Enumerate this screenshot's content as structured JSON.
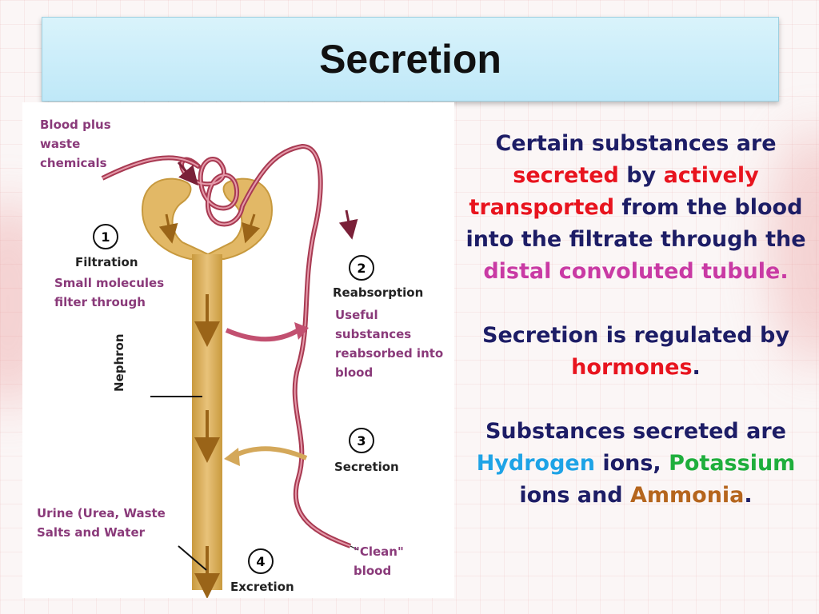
{
  "slide": {
    "title": "Secretion"
  },
  "diagram": {
    "blood_plus_waste": [
      "Blood plus",
      "waste",
      "chemicals"
    ],
    "step1": {
      "num": "1",
      "title": "Filtration",
      "desc": [
        "Small molecules",
        "filter through"
      ]
    },
    "step2": {
      "num": "2",
      "title": "Reabsorption",
      "desc": [
        "Useful",
        "substances",
        "reabsorbed into",
        "blood"
      ]
    },
    "step3": {
      "num": "3",
      "title": "Secretion"
    },
    "step4": {
      "num": "4",
      "title": "Excretion"
    },
    "nephron": "Nephron",
    "urine": [
      "Urine (Urea, Waste",
      "Salts and Water"
    ],
    "clean_blood": [
      "\"Clean\"",
      "blood"
    ],
    "colors": {
      "tubule": "#dcb056",
      "vessel": "#a83a52",
      "arrow_pink": "#c25070",
      "arrow_gold": "#d4a85a"
    }
  },
  "text": {
    "p1": {
      "a": "Certain substances are ",
      "b": "secreted",
      "c": " by ",
      "d": "actively transported",
      "e": " from the blood into the filtrate through the ",
      "f": "distal convoluted tubule."
    },
    "p2": {
      "a": "Secretion is regulated by ",
      "b": "hormones",
      "c": "."
    },
    "p3": {
      "a": "Substances secreted are ",
      "b": "Hydrogen",
      "c": " ions, ",
      "d": "Potassium",
      "e": " ions and ",
      "f": "Ammonia",
      "g": "."
    }
  }
}
